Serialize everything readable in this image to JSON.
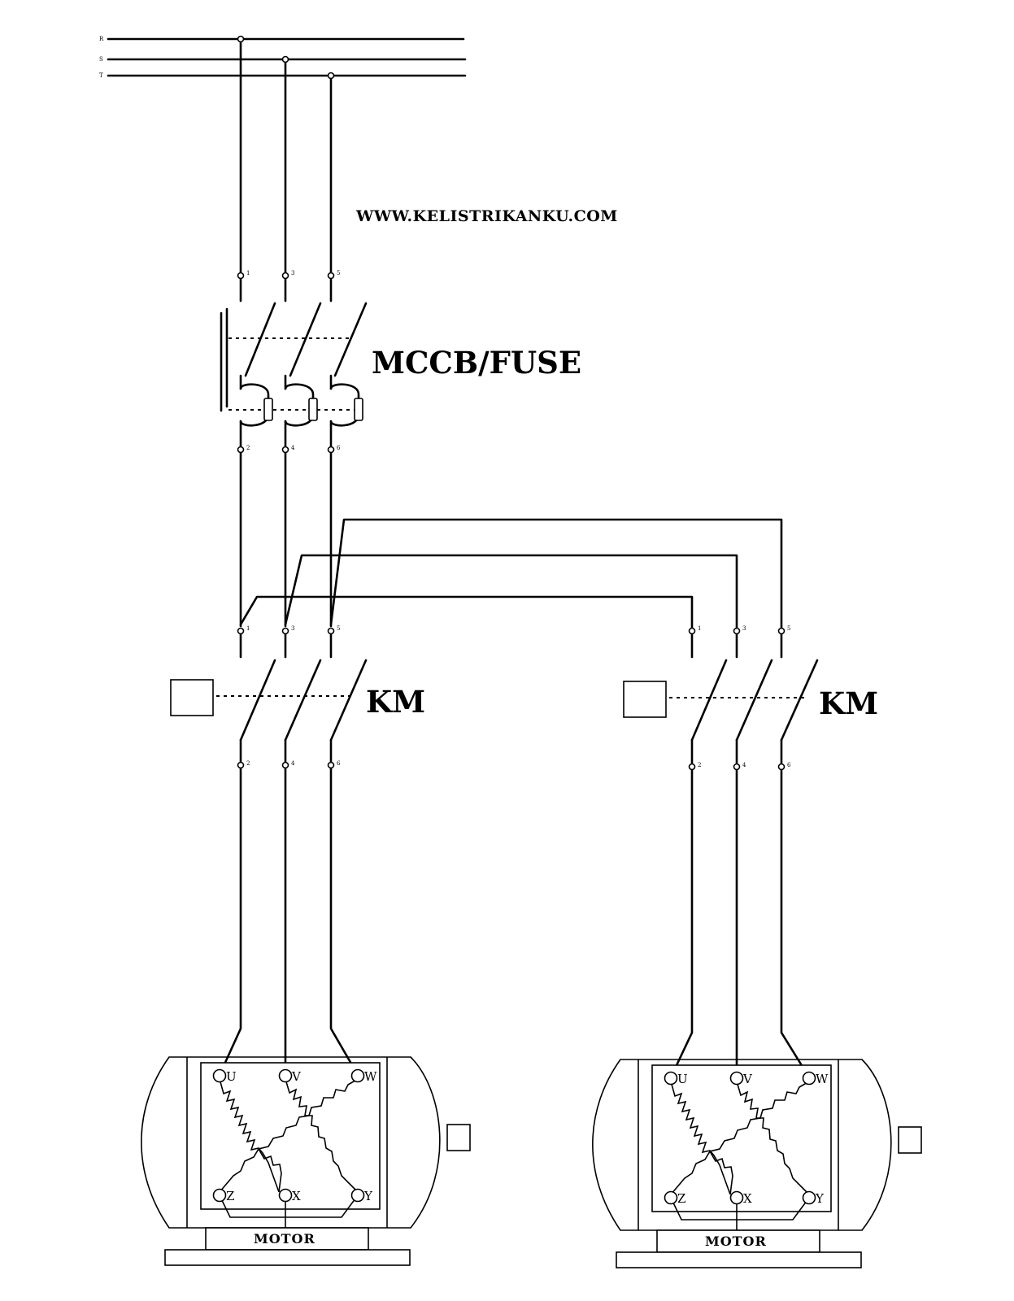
{
  "website": "WWW.KELISTRIKANKU.COM",
  "bus_phases": [
    "R",
    "S",
    "T"
  ],
  "breaker_label": "MCCB/FUSE",
  "breaker_terminals_in": [
    "1",
    "3",
    "5"
  ],
  "breaker_terminals_out": [
    "2",
    "4",
    "6"
  ],
  "contactors": [
    {
      "label": "KM",
      "terminals_in": [
        "1",
        "3",
        "5"
      ],
      "terminals_out": [
        "2",
        "4",
        "6"
      ]
    },
    {
      "label": "KM",
      "terminals_in": [
        "1",
        "3",
        "5"
      ],
      "terminals_out": [
        "2",
        "4",
        "6"
      ]
    }
  ],
  "motors": [
    {
      "label": "MOTOR",
      "top_terminals": [
        "U",
        "V",
        "W"
      ],
      "bottom_terminals": [
        "Z",
        "X",
        "Y"
      ]
    },
    {
      "label": "MOTOR",
      "top_terminals": [
        "U",
        "V",
        "W"
      ],
      "bottom_terminals": [
        "Z",
        "X",
        "Y"
      ]
    }
  ]
}
